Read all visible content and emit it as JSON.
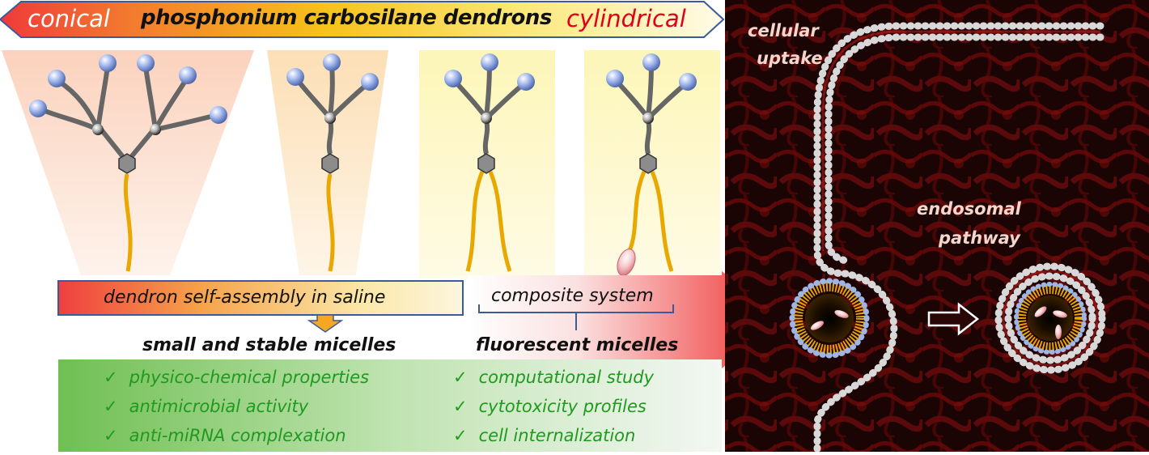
{
  "banner": {
    "left_word": "conical",
    "center_title": "phosphonium carbosilane dendrons",
    "right_word": "cylindrical"
  },
  "assembly": {
    "box_label": "dendron self-assembly in saline",
    "result_left": "small and stable micelles",
    "composite_label": "composite system",
    "result_right": "fluorescent micelles"
  },
  "checklist": {
    "mark": "✓",
    "left": [
      "physico-chemical properties",
      "antimicrobial activity",
      "anti-miRNA complexation"
    ],
    "right": [
      "computational study",
      "cytotoxicity profiles",
      "cell internalization"
    ]
  },
  "cell_panel": {
    "label_uptake_line1": "cellular",
    "label_uptake_line2": "uptake",
    "label_endo_line1": "endosomal",
    "label_endo_line2": "pathway"
  },
  "colors": {
    "conical_text": "#ffffff",
    "cylindrical_text": "#e0001a",
    "check_green": "#1f9a1f",
    "chain_yellow": "#e8a800",
    "node_blue": "#9fb5e6",
    "cell_bg": "#1a0505",
    "cell_red": "#c01010"
  }
}
